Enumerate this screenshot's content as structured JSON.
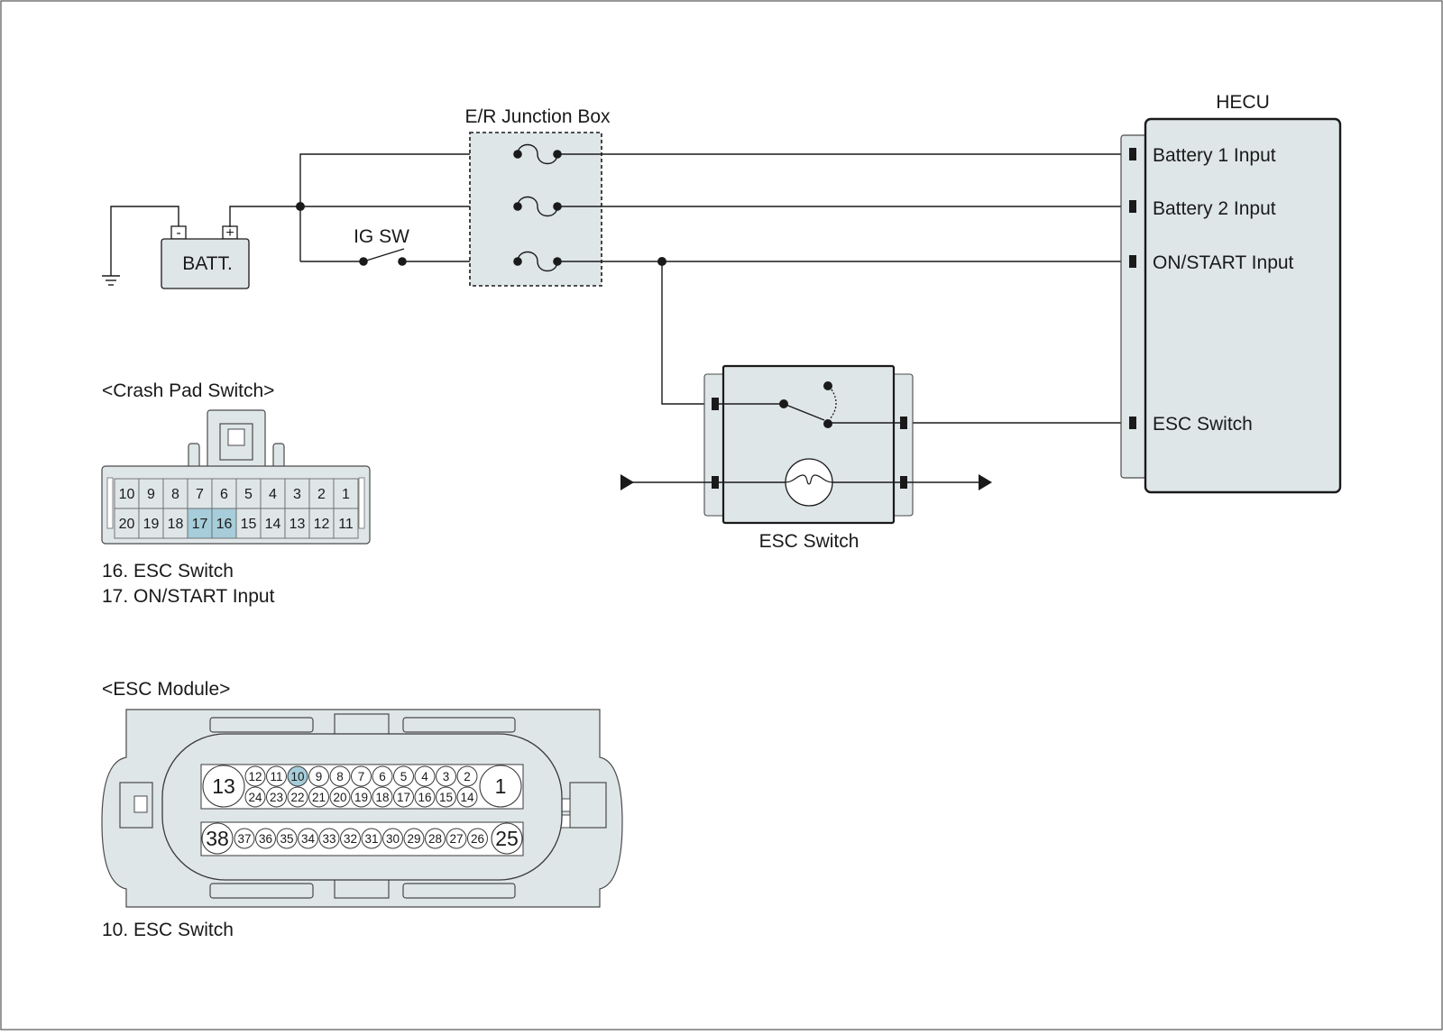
{
  "colors": {
    "line": "#1a1a1a",
    "housing": "#dfe6e8",
    "highlight": "#a6cdd9",
    "white": "#ffffff"
  },
  "labels": {
    "junction_box": "E/R Junction Box",
    "hecu": "HECU",
    "batt": "BATT.",
    "batt_minus": "-",
    "batt_plus": "+",
    "ig_sw": "IG SW",
    "esc_switch": "ESC Switch"
  },
  "hecu_inputs": [
    "Battery 1 Input",
    "Battery 2 Input",
    "ON/START Input",
    "ESC Switch"
  ],
  "crash_pad": {
    "title": "<Crash Pad Switch>",
    "top_row": [
      "10",
      "9",
      "8",
      "7",
      "6",
      "5",
      "4",
      "3",
      "2",
      "1"
    ],
    "bottom_row": [
      "20",
      "19",
      "18",
      "17",
      "16",
      "15",
      "14",
      "13",
      "12",
      "11"
    ],
    "highlighted": [
      "16",
      "17"
    ],
    "legend": [
      "16. ESC Switch",
      "17. ON/START Input"
    ]
  },
  "esc_module": {
    "title": "<ESC Module>",
    "row1": [
      "12",
      "11",
      "10",
      "9",
      "8",
      "7",
      "6",
      "5",
      "4",
      "3",
      "2"
    ],
    "row2": [
      "24",
      "23",
      "22",
      "21",
      "20",
      "19",
      "18",
      "17",
      "16",
      "15",
      "14"
    ],
    "row3": [
      "37",
      "36",
      "35",
      "34",
      "33",
      "32",
      "31",
      "30",
      "29",
      "28",
      "27",
      "26"
    ],
    "big_pins": [
      "13",
      "1",
      "38",
      "25"
    ],
    "highlighted": [
      "10"
    ],
    "legend": [
      "10. ESC Switch"
    ]
  },
  "icons": [
    "ground-icon",
    "fuse-icon",
    "switch-icon",
    "lamp-icon",
    "arrow-icon"
  ]
}
